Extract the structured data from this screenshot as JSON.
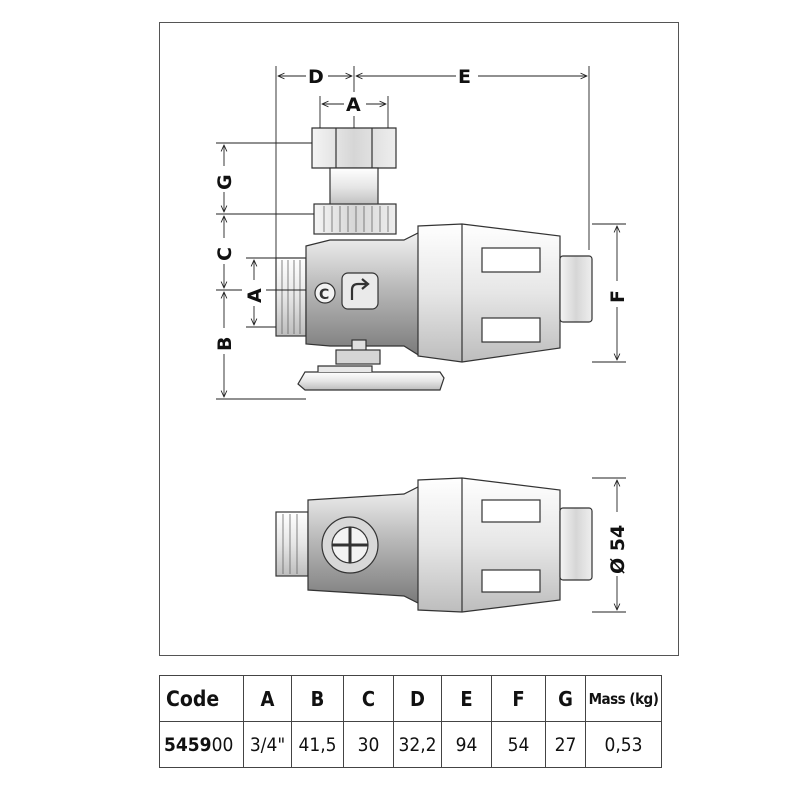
{
  "drawing": {
    "dimension_labels": {
      "D": "D",
      "A_top": "A",
      "E": "E",
      "G": "G",
      "C": "C",
      "A_side": "A",
      "B": "B",
      "F": "F",
      "diameter": "Ø 54"
    }
  },
  "table": {
    "headers": [
      "Code",
      "A",
      "B",
      "C",
      "D",
      "E",
      "F",
      "G",
      "Mass (kg)"
    ],
    "row": {
      "code_bold": "5459",
      "code_suffix": "00",
      "values": [
        "3/4\"",
        "41,5",
        "30",
        "32,2",
        "94",
        "54",
        "27",
        "0,53"
      ]
    }
  }
}
